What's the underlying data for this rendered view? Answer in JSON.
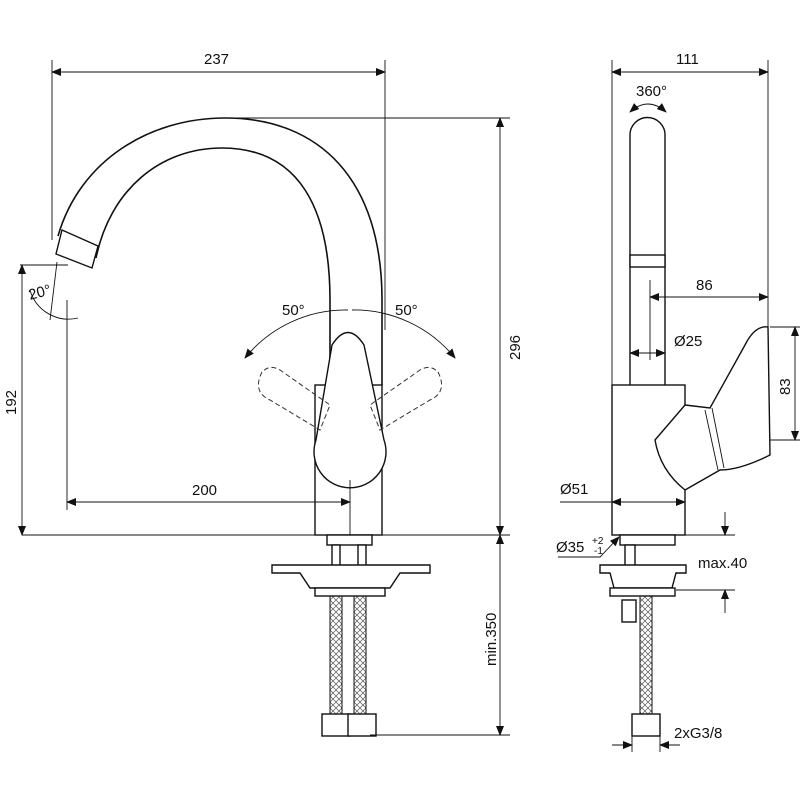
{
  "front_view": {
    "width_237": "237",
    "height_296": "296",
    "height_192": "192",
    "reach_200": "200",
    "spout_angle": "20°",
    "lever_left_angle": "50°",
    "lever_right_angle": "50°",
    "min_350": "min.350"
  },
  "side_view": {
    "width_111": "111",
    "swivel": "360°",
    "dim_86": "86",
    "dia_25": "Ø25",
    "dim_83": "83",
    "dia_51": "Ø51",
    "dia_35": "Ø35",
    "tol_plus": "+2",
    "tol_minus": "-1",
    "max_40": "max.40",
    "connection": "2xG3/8"
  }
}
